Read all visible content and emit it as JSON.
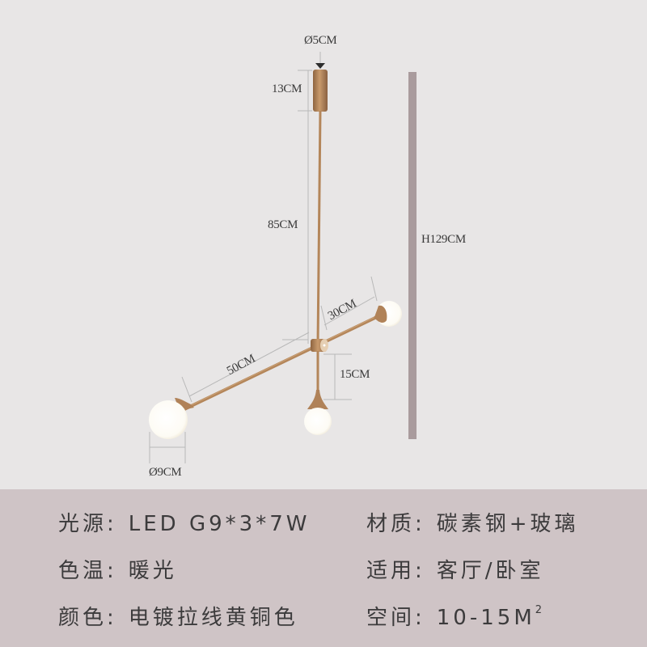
{
  "diagram": {
    "labels": {
      "canopy_diameter": "Ø5CM",
      "canopy_height": "13CM",
      "rod_length": "85CM",
      "total_height": "H129CM",
      "short_arm": "30CM",
      "long_arm": "50CM",
      "drop_length": "15CM",
      "globe_diameter": "Ø9CM"
    },
    "colors": {
      "background": "#e8e6e6",
      "brass": "#b98b5f",
      "brass_dark": "#8e6440",
      "globe": "#ffffff",
      "height_bar": "#a99b9d",
      "dim_line": "#b8b8b8"
    }
  },
  "specs": {
    "panel_color": "#cfc4c6",
    "left": [
      {
        "key": "光源:",
        "value": "LED G9*3*7W"
      },
      {
        "key": "色温:",
        "value": "暖光"
      },
      {
        "key": "颜色:",
        "value": "电镀拉线黄铜色"
      }
    ],
    "right": [
      {
        "key": "材质:",
        "value": "碳素钢+玻璃"
      },
      {
        "key": "适用:",
        "value": "客厅/卧室"
      },
      {
        "key": "空间:",
        "value": "10-15M",
        "sup": "2"
      }
    ]
  }
}
